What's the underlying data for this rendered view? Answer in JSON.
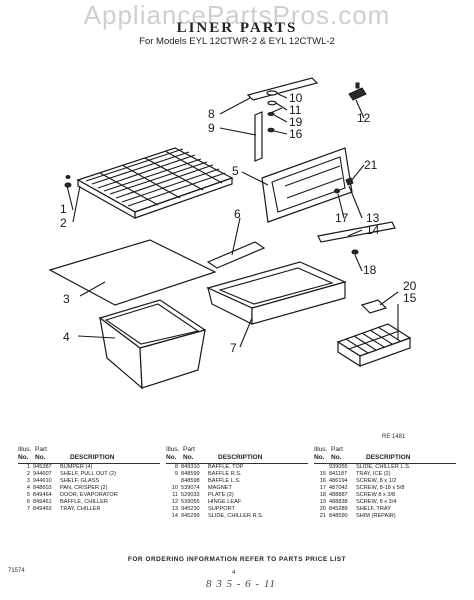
{
  "watermark": "AppliancePartsPros.com",
  "title": "LINER PARTS",
  "subtitle": "For Models EYL 12CTWR-2 & EYL 12CTWL-2",
  "callouts": [
    "1",
    "2",
    "3",
    "4",
    "5",
    "6",
    "7",
    "8",
    "9",
    "10",
    "11",
    "12",
    "13",
    "14",
    "15",
    "16",
    "17",
    "18",
    "19",
    "20",
    "21"
  ],
  "drawing_code": "RE 1481",
  "table": {
    "head_top": {
      "illus": "Illus.",
      "part": "Part"
    },
    "head": {
      "no": "No.",
      "part_no": "No.",
      "description": "DESCRIPTION"
    },
    "columns": [
      [
        {
          "illus": "1",
          "part": "945387",
          "description": "BUMPER (4)"
        },
        {
          "illus": "2",
          "part": "944607",
          "description": "SHELF, PULL OUT (2)"
        },
        {
          "illus": "3",
          "part": "944610",
          "description": "SHELF, GLASS"
        },
        {
          "illus": "4",
          "part": "848603",
          "description": "PAN, CRISPER (2)"
        },
        {
          "illus": "5",
          "part": "849464",
          "description": "DOOR, EVAPORATOR"
        },
        {
          "illus": "6",
          "part": "849461",
          "description": "BAFFLE, CHILLER"
        },
        {
          "illus": "7",
          "part": "849463",
          "description": "TRAY, CHILLER"
        }
      ],
      [
        {
          "illus": "8",
          "part": "849310",
          "description": "BAFFLE, TOP"
        },
        {
          "illus": "9",
          "part": "848599",
          "description": "BAFFLE R.S."
        },
        {
          "illus": "",
          "part": "848598",
          "description": "BAFFLE L.S."
        },
        {
          "illus": "10",
          "part": "539074",
          "description": "MAGNET"
        },
        {
          "illus": "11",
          "part": "529033",
          "description": "PLATE (2)"
        },
        {
          "illus": "12",
          "part": "539055",
          "description": "HINGE LEAF"
        },
        {
          "illus": "13",
          "part": "945230",
          "description": "SUPPORT"
        },
        {
          "illus": "14",
          "part": "945299",
          "description": "SLIDE, CHILLER R.S."
        }
      ],
      [
        {
          "illus": "",
          "part": "939055",
          "description": "SLIDE, CHILLER L.S."
        },
        {
          "illus": "15",
          "part": "841187",
          "description": "TRAY, ICE (2)"
        },
        {
          "illus": "16",
          "part": "486194",
          "description": "SCREW, 8 x 1/2"
        },
        {
          "illus": "17",
          "part": "487042",
          "description": "SCREW, 8-18 x 5/8"
        },
        {
          "illus": "18",
          "part": "488887",
          "description": "SCREW 8 x 3/8"
        },
        {
          "illus": "19",
          "part": "488838",
          "description": "SCREW, 8 x 3/4"
        },
        {
          "illus": "20",
          "part": "845289",
          "description": "SHELF, TRAY"
        },
        {
          "illus": "21",
          "part": "848590",
          "description": "SHIM (REPAIR)"
        }
      ]
    ]
  },
  "footer_note": "FOR ORDERING INFORMATION REFER TO PARTS PRICE LIST",
  "page_code": "71574",
  "page_number": "4",
  "handwriting": "8 3 5 - 6 - 11"
}
